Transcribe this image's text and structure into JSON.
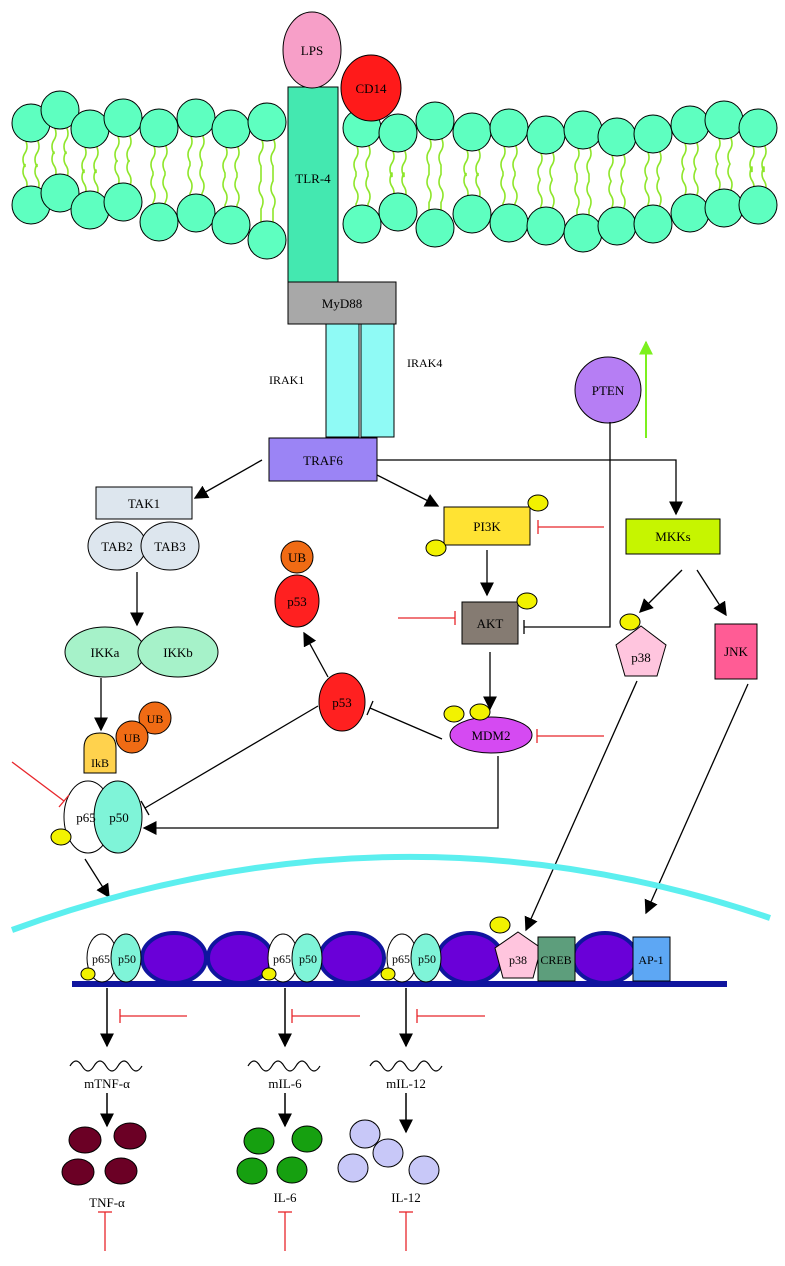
{
  "membrane": {
    "receptor": "TLR-4",
    "ligand": "LPS",
    "coreceptor": "CD14",
    "adaptor": "MyD88",
    "kinase_left": "IRAK1",
    "kinase_right": "IRAK4",
    "traf": "TRAF6"
  },
  "left_branch": {
    "tak1": "TAK1",
    "tab2": "TAB2",
    "tab3": "TAB3",
    "ikka": "IKKa",
    "ikkb": "IKKb",
    "ub": "UB",
    "ikb": "IkB",
    "p65": "p65",
    "p50": "p50"
  },
  "center_branch": {
    "pi3k": "PI3K",
    "akt": "AKT",
    "mdm2": "MDM2",
    "p53": "p53",
    "ub": "UB"
  },
  "right_branch": {
    "pten": "PTEN",
    "mkks": "MKKs",
    "p38": "p38",
    "jnk": "JNK"
  },
  "nucleus": {
    "p65": "p65",
    "p50": "p50",
    "p38": "p38",
    "creb": "CREB",
    "ap1": "AP-1"
  },
  "outputs": {
    "mrna_tnf": "mTNF-α",
    "mrna_il6": "mIL-6",
    "mrna_il12": "mIL-12",
    "tnf": "TNF-α",
    "il6": "IL-6",
    "il12": "IL-12"
  },
  "colors": {
    "lipid_head": "#5effc0",
    "lipid_tail": "#8ee62a",
    "tlr4": "#44e8b0",
    "lps": "#f79fc8",
    "cd14": "#ff1a1a",
    "myd88": "#a8a8a8",
    "irak": "#8ffaf5",
    "traf6": "#9b84f5",
    "tak1": "#dde6ee",
    "tab": "#dde6ee",
    "ikk": "#a6f2c9",
    "ub": "#f06b14",
    "ikb": "#ffd24d",
    "p50": "#7ff4d8",
    "pi3k": "#ffe333",
    "akt": "#857b72",
    "mdm2": "#d54af2",
    "p53": "#ff2020",
    "pten": "#b67ef4",
    "mkks": "#c6f500",
    "p38": "#ffc5de",
    "jnk": "#ff5c95",
    "creb": "#5d9e7c",
    "ap1": "#5da7f4",
    "nucleosome": "#6a00d8",
    "nuclear_membrane": "#5cefef",
    "dna": "#10159e",
    "phospho": "#f2f200",
    "inhibit": "#e8262b",
    "up_arrow": "#7cf01e",
    "tnf_dot": "#6b0025",
    "il6_dot": "#16a010",
    "il12_dot": "#c8c8f8"
  }
}
